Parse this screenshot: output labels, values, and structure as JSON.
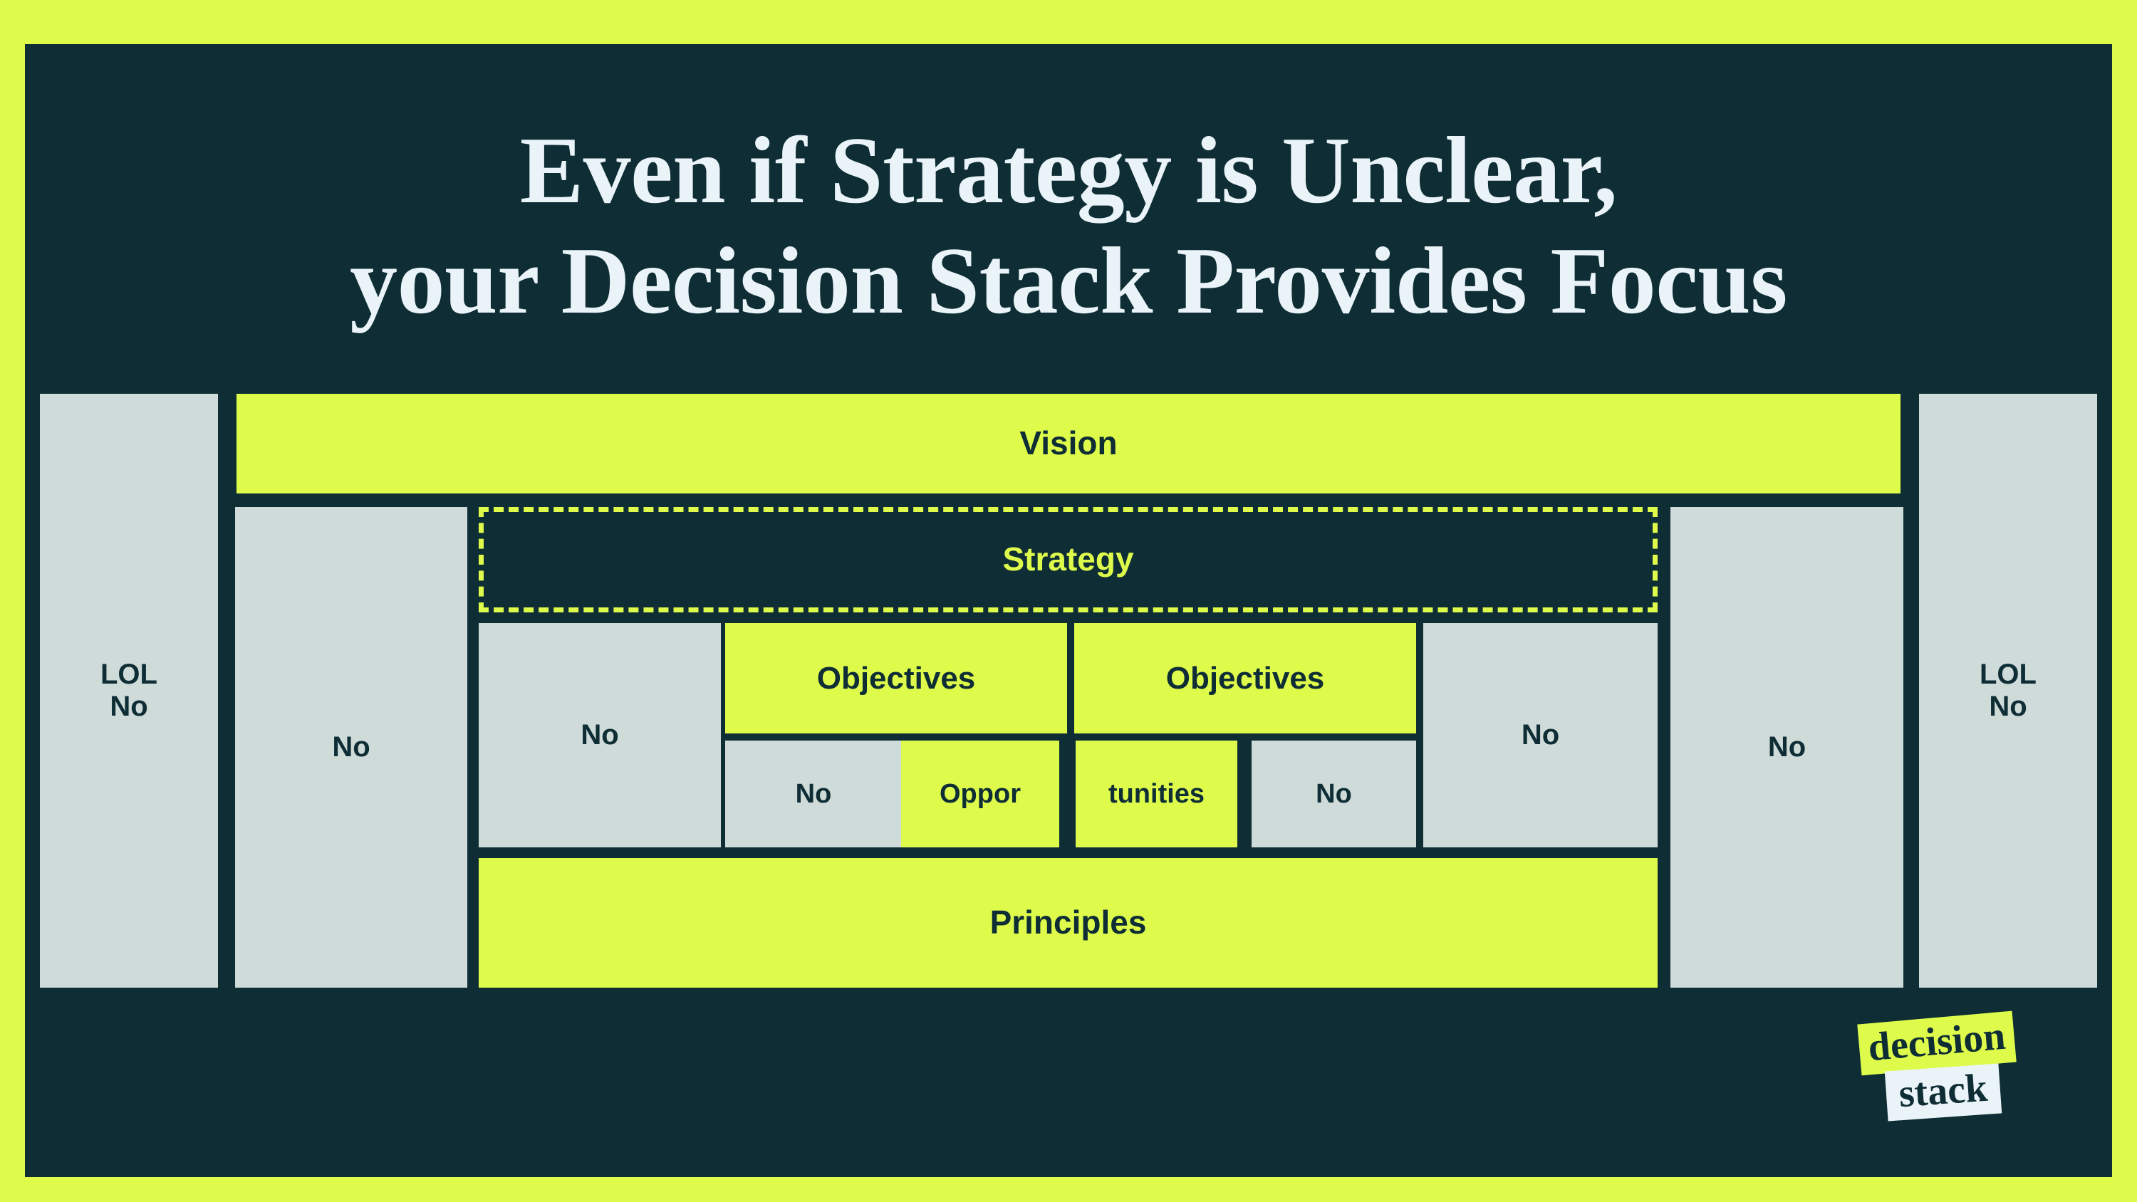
{
  "theme": {
    "accent_lime": "#DEFB4B",
    "dark_teal": "#0E2D35",
    "muted_gray": "#CFDBD9",
    "title_white": "#EAF4F8"
  },
  "title": {
    "line1": "Even if Strategy is Unclear,",
    "line2": "your Decision Stack Provides Focus"
  },
  "diagram": {
    "left_rail": {
      "label": "LOL\nNo",
      "line1": "LOL",
      "line2": "No"
    },
    "left_column": {
      "label": "No"
    },
    "vision": {
      "label": "Vision"
    },
    "strategy": {
      "label": "Strategy"
    },
    "objectives_row": [
      {
        "label": "No",
        "style": "gray"
      },
      {
        "label": "Objectives",
        "style": "lime"
      },
      {
        "label": "Objectives",
        "style": "lime"
      },
      {
        "label": "No",
        "style": "gray"
      }
    ],
    "opportunities_row": [
      {
        "label": "No",
        "style": "gray"
      },
      {
        "label": "Oppor",
        "style": "lime"
      },
      {
        "label": "tunities",
        "style": "lime"
      },
      {
        "label": "No",
        "style": "gray"
      }
    ],
    "principles": {
      "label": "Principles"
    },
    "right_column": {
      "label": "No"
    },
    "right_rail": {
      "line1": "LOL",
      "line2": "No"
    }
  },
  "logo": {
    "word_top": "decision",
    "word_bottom": "stack"
  }
}
